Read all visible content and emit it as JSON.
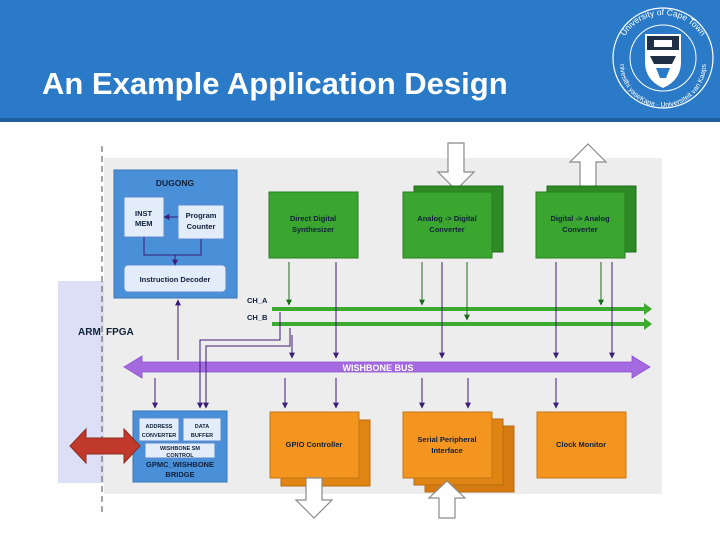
{
  "slide": {
    "title": "An Example Application Design"
  },
  "logo": {
    "icon": "university-crest-icon",
    "ring_top": "University of Cape Town",
    "ring_bottom": "iYunivesithi yaseKapa · Universiteit van Kaapstad"
  },
  "diagram": {
    "arm_label": "ARM",
    "fpga_label": "FPGA",
    "dugong": {
      "title": "DUGONG",
      "inst_mem": [
        "INST",
        "MEM"
      ],
      "program_counter": [
        "Program",
        "Counter"
      ],
      "instruction_decoder": "Instruction Decoder"
    },
    "bridge": {
      "title": [
        "GPMC_WISHBONE",
        "BRIDGE"
      ],
      "address_converter": [
        "ADDRESS",
        "CONVERTER"
      ],
      "data_buffer": [
        "DATA",
        "BUFFER"
      ],
      "wb_controller": [
        "WISHBONE SM",
        "CONTROL"
      ]
    },
    "channels": {
      "ch_a": "CH_A",
      "ch_b": "CH_B"
    },
    "bus_label": "WISHBONE BUS",
    "green_blocks": {
      "dds": [
        "Direct Digital",
        "Synthesizer"
      ],
      "adc": [
        "Analog -> Digital",
        "Converter"
      ],
      "dac": [
        "Digital -> Analog",
        "Converter"
      ]
    },
    "orange_blocks": {
      "gpio": "GPIO Controller",
      "spi": [
        "Serial Peripheral",
        "Interface"
      ],
      "clock": "Clock Monitor"
    },
    "colors": {
      "header_blue": "#2a7ac8",
      "dugong_blue": "#4a90d9",
      "green_block": "#3aa52f",
      "green_line": "#3dab2f",
      "bus_purple": "#a56ae0",
      "orange_block": "#f4951f",
      "interconnect": "#3a1d74",
      "arm_region": "#dcdff6",
      "ext_arrow": "#c0392b"
    }
  }
}
